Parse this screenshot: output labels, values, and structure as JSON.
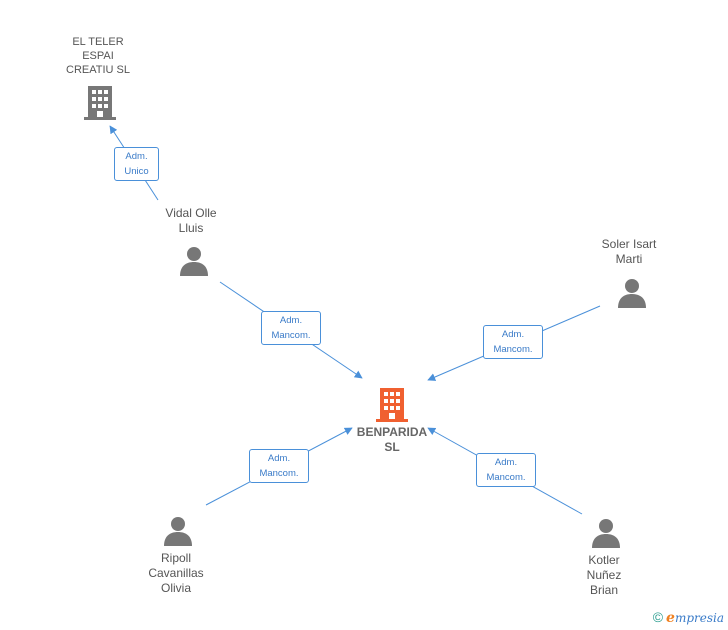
{
  "nodes": {
    "center": {
      "label": "BENPARIDA\nSL",
      "color": "#f06030"
    },
    "el_teler": {
      "label": "EL TELER\nESPAI\nCREATIU  SL",
      "color": "#777777"
    },
    "vidal": {
      "label": "Vidal Olle\nLluis"
    },
    "soler": {
      "label": "Soler Isart\nMarti"
    },
    "ripoll": {
      "label": "Ripoll\nCavanillas\nOlivia"
    },
    "kotler": {
      "label": "Kotler\nNuñez\nBrian"
    }
  },
  "edges": {
    "vidal_teler": "Adm.\nUnico",
    "vidal_center": "Adm.\nMancom.",
    "soler_center": "Adm.\nMancom.",
    "ripoll_center": "Adm.\nMancom.",
    "kotler_center": "Adm.\nMancom."
  },
  "colors": {
    "edge": "#4a90d9",
    "person": "#777777"
  },
  "watermark": {
    "symbol": "©",
    "brand_first": "e",
    "brand_rest": "mpresia"
  }
}
